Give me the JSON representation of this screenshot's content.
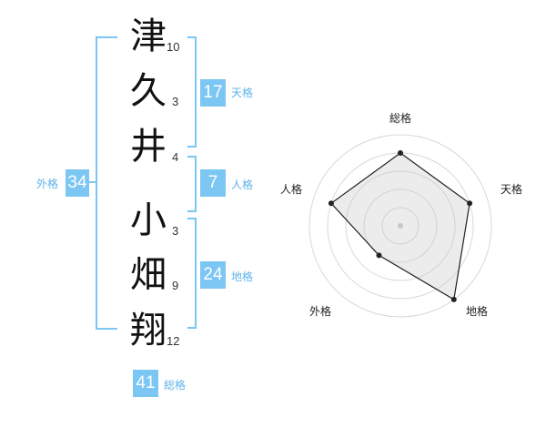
{
  "name": {
    "chars": [
      {
        "char": "津",
        "strokes": "10"
      },
      {
        "char": "久",
        "strokes": "3"
      },
      {
        "char": "井",
        "strokes": "4"
      },
      {
        "char": "小",
        "strokes": "3"
      },
      {
        "char": "畑",
        "strokes": "9"
      },
      {
        "char": "翔",
        "strokes": "12"
      }
    ]
  },
  "fortune": {
    "tenkaku": {
      "value": "17",
      "label": "天格"
    },
    "jinkaku": {
      "value": "7",
      "label": "人格"
    },
    "chikaku": {
      "value": "24",
      "label": "地格"
    },
    "gaikaku": {
      "value": "34",
      "label": "外格"
    },
    "soukaku": {
      "value": "41",
      "label": "総格"
    }
  },
  "radar": {
    "axes": [
      "総格",
      "天格",
      "地格",
      "外格",
      "人格"
    ],
    "values": [
      4,
      4,
      5,
      2,
      4
    ],
    "max": 5
  }
}
